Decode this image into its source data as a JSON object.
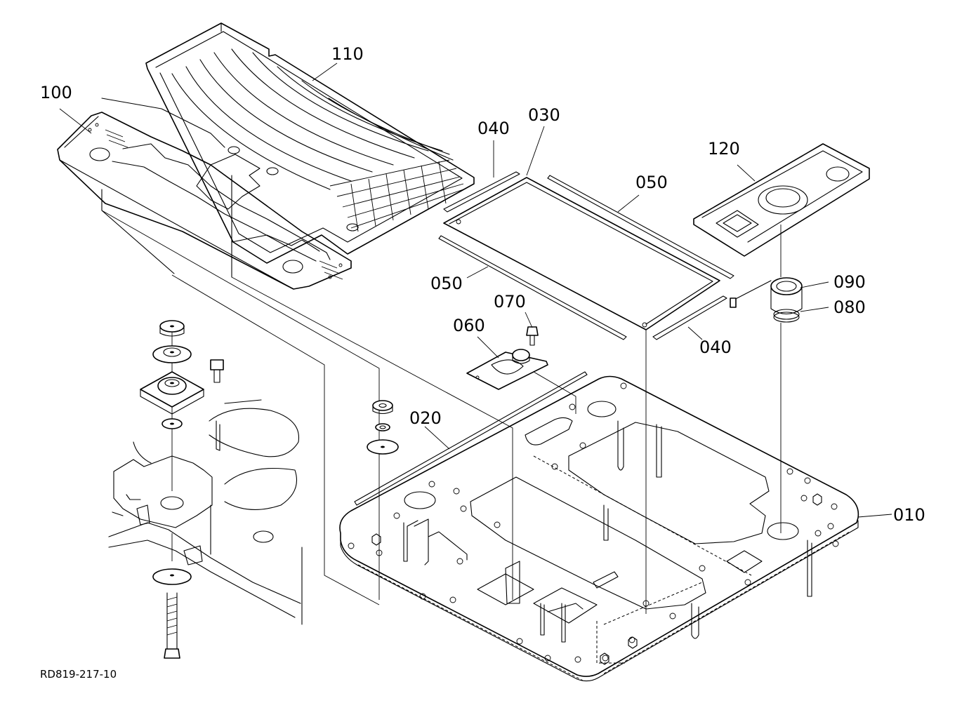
{
  "diagram": {
    "parts": [
      {
        "id": "010",
        "label": "010"
      },
      {
        "id": "020",
        "label": "020"
      },
      {
        "id": "030",
        "label": "030"
      },
      {
        "id": "040a",
        "label": "040"
      },
      {
        "id": "040b",
        "label": "040"
      },
      {
        "id": "050a",
        "label": "050"
      },
      {
        "id": "050b",
        "label": "050"
      },
      {
        "id": "060",
        "label": "060"
      },
      {
        "id": "070",
        "label": "070"
      },
      {
        "id": "080",
        "label": "080"
      },
      {
        "id": "090",
        "label": "090"
      },
      {
        "id": "100",
        "label": "100"
      },
      {
        "id": "110",
        "label": "110"
      },
      {
        "id": "120",
        "label": "120"
      }
    ],
    "drawing_code": "RD819-217-10"
  }
}
